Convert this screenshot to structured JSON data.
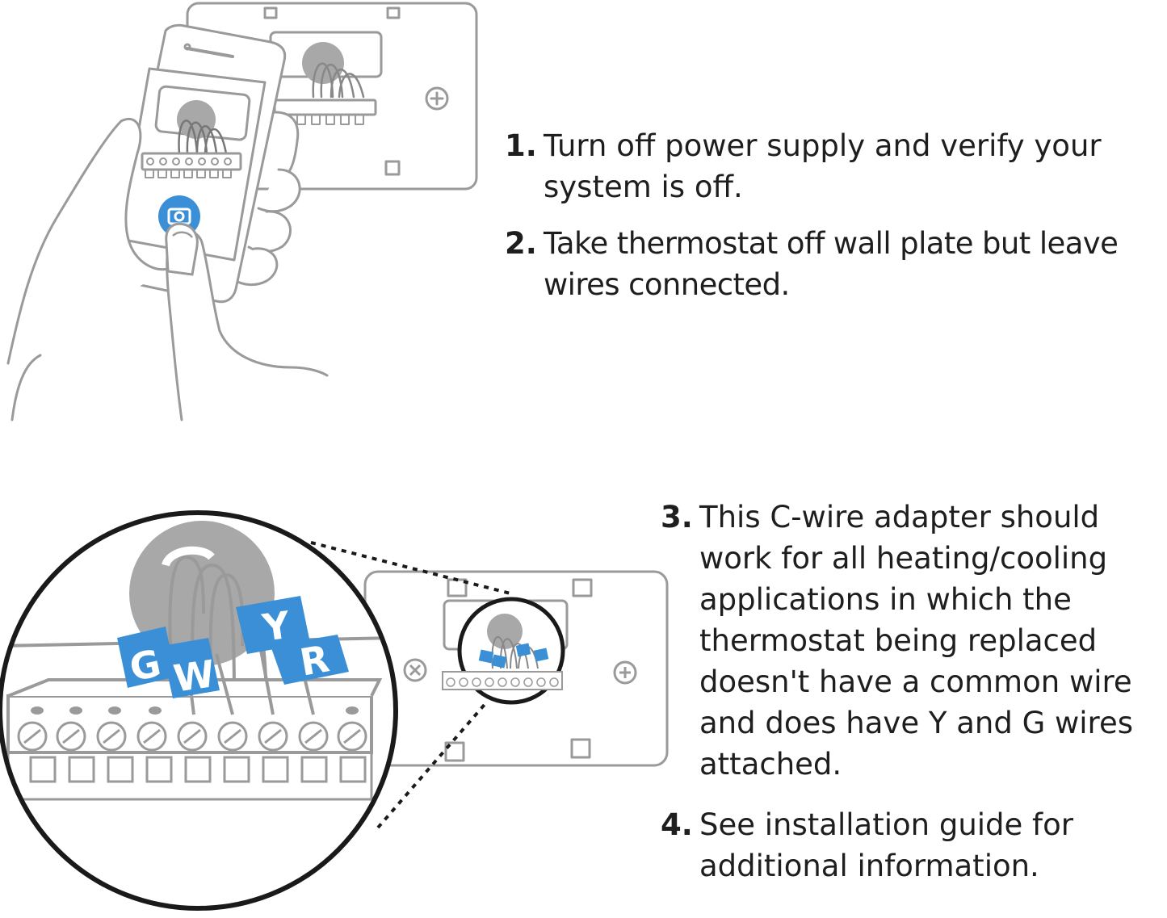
{
  "steps": [
    {
      "number": "1.",
      "text": "Turn off power supply and verify your\nsystem is off."
    },
    {
      "number": "2.",
      "text": "Take thermostat off wall plate but leave\nwires connected."
    },
    {
      "number": "3.",
      "text": "This C-wire adapter should\nwork for all heating/cooling\napplications in which the\nthermostat being replaced\ndoesn't have a common wire\nand does have Y and G wires\nattached."
    },
    {
      "number": "4.",
      "text": "See installation guide for\nadditional information."
    }
  ],
  "wire_labels": {
    "g": "G",
    "w": "W",
    "y": "Y",
    "r": "R"
  },
  "colors": {
    "line": "#9a9a9a",
    "tag": "#3a8fd6",
    "text": "#1e1e1e",
    "dark": "#1a1a1a"
  },
  "icons": [
    "camera-icon",
    "screw-icon"
  ]
}
